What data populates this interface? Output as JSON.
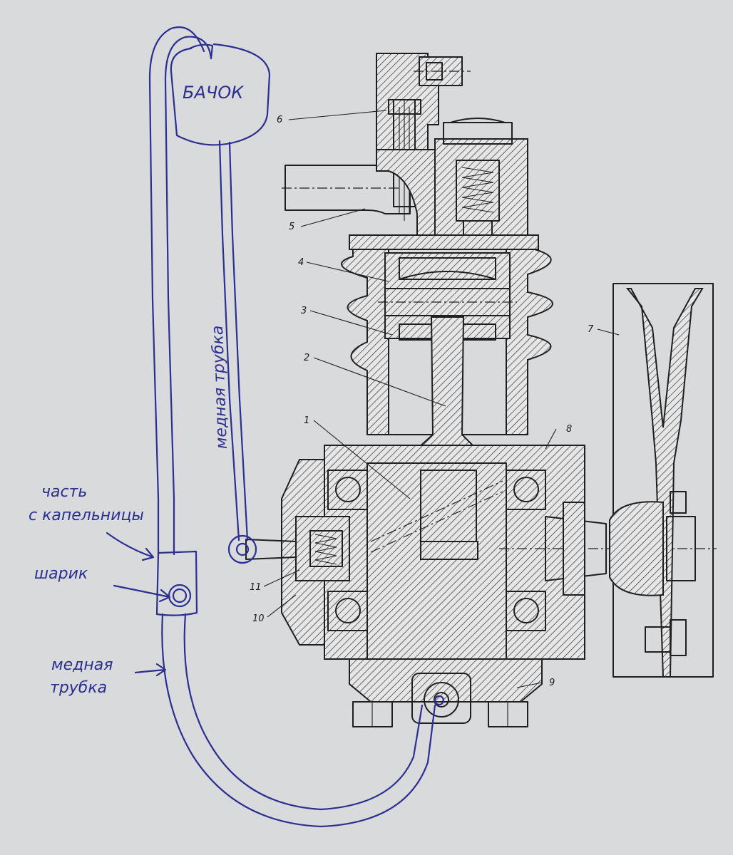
{
  "drawing": {
    "part_numbers": [
      "1",
      "2",
      "3",
      "4",
      "5",
      "6",
      "7",
      "8",
      "9",
      "10",
      "11"
    ]
  },
  "handwritten": {
    "tank": "БАЧОК",
    "upper_tube": "медная трубка",
    "dropper_part_line1": "часть",
    "dropper_part_line2": "с капельницы",
    "ball": "шарик",
    "lower_tube_line1": "медная",
    "lower_tube_line2": "трубка"
  },
  "colors": {
    "paper": "#d9dadc",
    "ink_blue": "#2b2f8f",
    "print_black": "#1f1f1f"
  }
}
